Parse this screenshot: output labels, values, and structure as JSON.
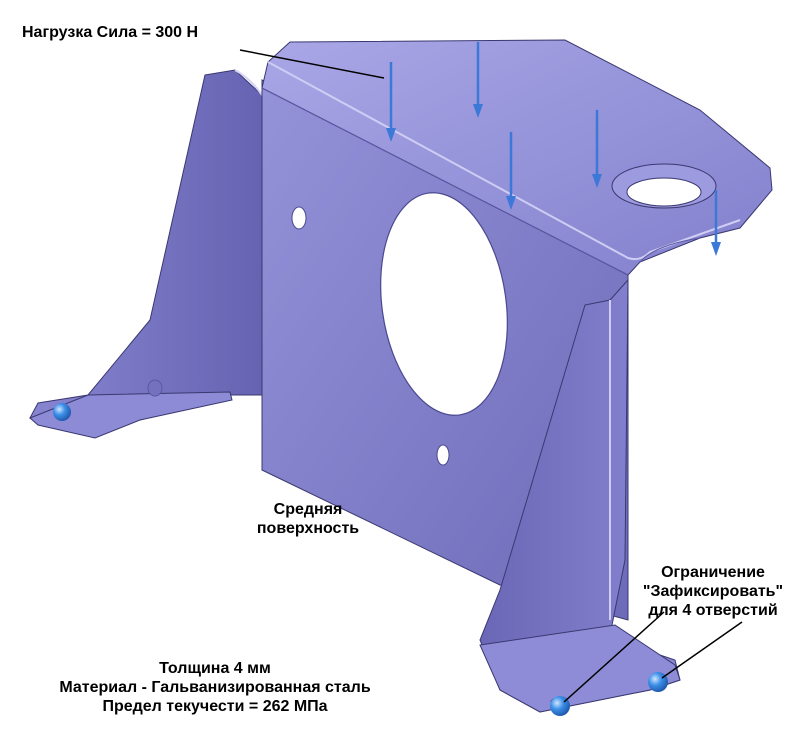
{
  "labels": {
    "load": "Нагрузка Сила = 300 Н",
    "midsurface": [
      "Средняя",
      "поверхность"
    ],
    "constraint": [
      "Ограничение",
      "\"Зафиксировать\"",
      "для 4 отверстий"
    ],
    "material": [
      "Толщина 4 мм",
      "Материал - Гальванизированная сталь",
      "Предел текучести = 262 МПа"
    ]
  },
  "colors": {
    "surface_light": "#9a98de",
    "surface_mid": "#7f7dc8",
    "surface_dark": "#5f5da8",
    "edge": "#3a3870",
    "arrow": "#3c78d8",
    "marker": "#2f7fe0"
  },
  "icons": [
    "force-arrow-icon",
    "fixed-constraint-icon"
  ]
}
